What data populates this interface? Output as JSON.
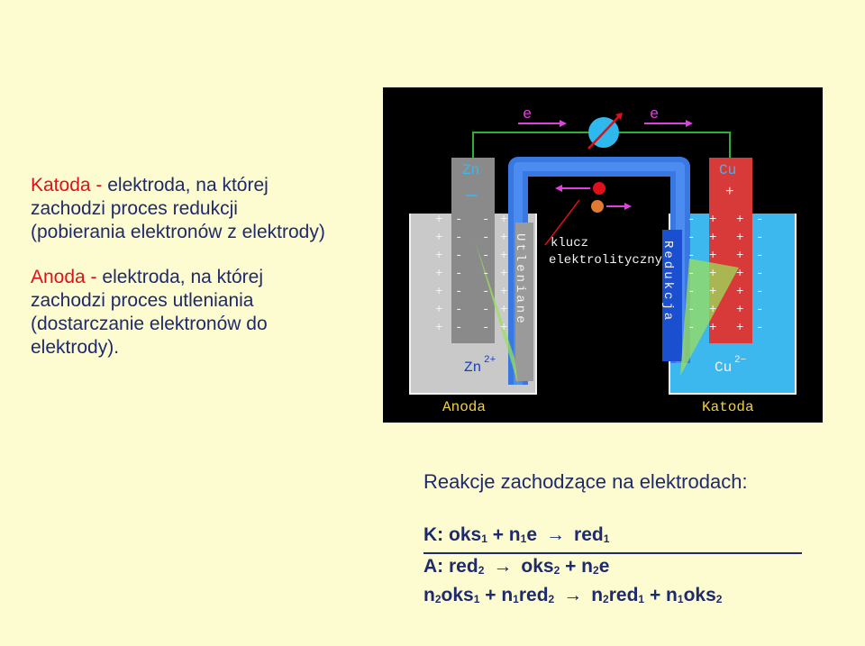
{
  "left": {
    "katoda_term": "Katoda -",
    "katoda_desc": " elektroda, na której zachodzi proces redukcji (pobierania elektronów z elektrody)",
    "anoda_term": "Anoda -",
    "anoda_desc": " elektroda, na której zachodzi proces utleniania (dostarczanie elektronów do elektrody)."
  },
  "diagram": {
    "electron_label": "e",
    "anode_metal": "Zn",
    "cathode_metal": "Cu",
    "anode_ion": "Zn",
    "anode_ion_charge": "2+",
    "cathode_ion": "Cu",
    "cathode_ion_charge": "2−",
    "salt_bridge_line1": "klucz",
    "salt_bridge_line2": "elektrolityczny",
    "oxidation_word": "Utleniane",
    "reduction_word": "Redukcja",
    "anode_caption": "Anoda",
    "cathode_caption": "Katoda",
    "plus": "+",
    "minus": "−"
  },
  "reactions": {
    "heading": "Reakcje zachodzące na elektrodach:",
    "k": {
      "prefix": "K: oks",
      "s1": "1",
      "mid": " + n",
      "s2": "1",
      "e": "e",
      "arrow": "→",
      "red": "red",
      "s3": "1"
    },
    "a": {
      "prefix": "A: red",
      "s1": "2",
      "arrow": "→",
      "oks": "oks",
      "s2": "2",
      "mid": " + n",
      "s3": "2",
      "e": "e"
    },
    "sum": {
      "p1": "n",
      "s1": "2",
      "p2": "oks",
      "s2": "1",
      "p3": " + n",
      "s3": "1",
      "p4": "red",
      "s4": "2",
      "arrow": "→",
      "p5": "n",
      "s5": "2",
      "p6": "red",
      "s6": "1",
      "p7": " + n",
      "s7": "1",
      "p8": "oks",
      "s8": "2"
    }
  },
  "colors": {
    "background": "#fdfbd0",
    "accent_red": "#e0101a",
    "text_blue": "#1e2a6e",
    "electrolyte_left": "#c9c9c9",
    "electrolyte_right": "#3db8ef",
    "electrode_zn": "#8a8a8a",
    "electrode_cu": "#d83a3a",
    "salt_bridge": "#3878e0"
  }
}
